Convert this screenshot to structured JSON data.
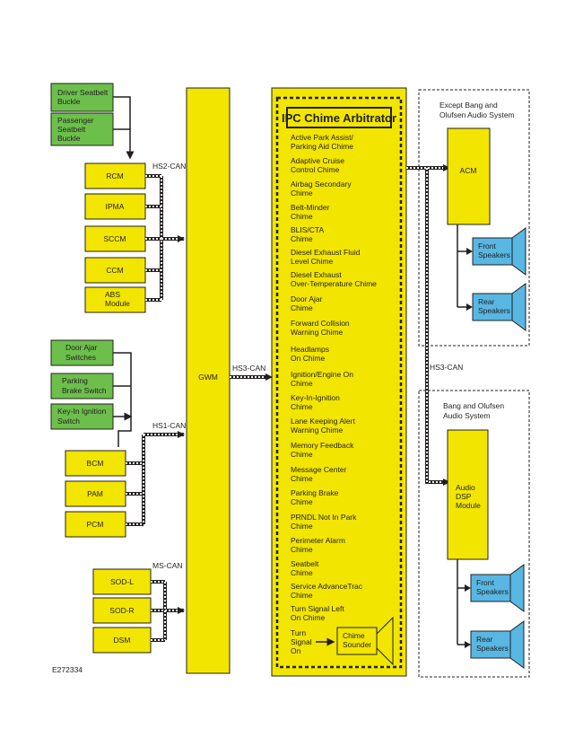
{
  "colors": {
    "yellow": "#f2e500",
    "green": "#6cbf4b",
    "blue": "#58b7e3",
    "outline": "#231f20"
  },
  "inputs_top": {
    "driver_seatbelt": [
      "Driver Seatbelt",
      "Buckle"
    ],
    "passenger_seatbelt": [
      "Passenger",
      "Seatbelt",
      "Buckle"
    ]
  },
  "hs2": {
    "bus_label": "HS2-CAN",
    "modules": [
      "RCM",
      "IPMA",
      "SCCM",
      "CCM"
    ],
    "abs": [
      "ABS",
      "Module"
    ]
  },
  "inputs_mid": {
    "door_ajar": [
      "Door Ajar",
      "Switches"
    ],
    "parking_brake": [
      "Parking",
      "Brake Switch"
    ],
    "key_in": [
      "Key-In Ignition",
      "Switch"
    ]
  },
  "hs1": {
    "bus_label": "HS1-CAN",
    "modules": [
      "BCM",
      "PAM",
      "PCM"
    ]
  },
  "ms": {
    "bus_label": "MS-CAN",
    "modules": [
      "SOD-L",
      "SOD-R",
      "DSM"
    ]
  },
  "gwm": {
    "label": "GWM"
  },
  "hs3_label": "HS3-CAN",
  "ipc": {
    "title": "IPC Chime Arbitrator",
    "chimes": [
      [
        "Active Park Assist/",
        "Parking Aid Chime"
      ],
      [
        "Adaptive Cruise",
        "Control Chime"
      ],
      [
        "Airbag Secondary",
        "Chime"
      ],
      [
        "Belt-Minder",
        "Chime"
      ],
      [
        "BLIS/CTA",
        "Chime"
      ],
      [
        "Diesel Exhaust Fluid",
        "Level Chime"
      ],
      [
        "Diesel Exhaust",
        "Over-Temperature Chime"
      ],
      [
        "Door Ajar",
        "Chime"
      ],
      [
        "Forward Collision",
        "Warning Chime"
      ],
      [
        "Headlamps",
        "On Chime"
      ],
      [
        "Ignition/Engine On",
        "Chime"
      ],
      [
        "Key-In-Ignition",
        "Chime"
      ],
      [
        "Lane Keeping Alert",
        "Warning Chime"
      ],
      [
        "Memory Feedback",
        "Chime"
      ],
      [
        "Message Center",
        "Chime"
      ],
      [
        "Parking Brake",
        "Chime"
      ],
      [
        "PRNDL Not In Park",
        "Chime"
      ],
      [
        "Perimeter Alarm",
        "Chime"
      ],
      [
        "Seatbelt",
        "Chime"
      ],
      [
        "Service AdvanceTrac",
        "Chime"
      ],
      [
        "Turn Signal Left",
        "On Chime"
      ]
    ],
    "turn_signal_on": [
      "Turn",
      "Signal",
      "On"
    ],
    "chime_sounder": [
      "Chime",
      "Sounder"
    ]
  },
  "except_bo": {
    "title": [
      "Except Bang and",
      "Olufsen Audio System"
    ],
    "acm": "ACM",
    "front": [
      "Front",
      "Speakers"
    ],
    "rear": [
      "Rear",
      "Speakers"
    ]
  },
  "bo": {
    "title": [
      "Bang and Olufsen",
      "Audio System"
    ],
    "dsp": [
      "Audio",
      "DSP",
      "Module"
    ],
    "front": [
      "Front",
      "Speakers"
    ],
    "rear": [
      "Rear",
      "Speakers"
    ]
  },
  "figure_id": "E272334"
}
